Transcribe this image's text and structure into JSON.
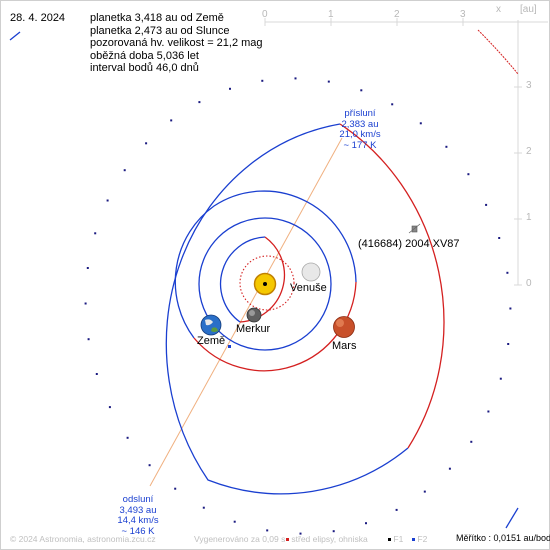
{
  "header": {
    "date": "28. 4. 2024",
    "lines": [
      "planetka 3,418 au od Země",
      "planetka 2,473 au od Slunce",
      "pozorovaná hv. velikost = 21,2 mag",
      "oběžná doba 5,036 let",
      "interval bodů 46,0 dnů"
    ]
  },
  "axes": {
    "x_ticks": [
      "0",
      "1",
      "2",
      "3"
    ],
    "y_ticks": [
      "3",
      "2",
      "1",
      "0"
    ],
    "x_label": "x",
    "unit": "[au]"
  },
  "bodies": {
    "earth": "Země",
    "mercury": "Merkur",
    "venus": "Venuše",
    "mars": "Mars",
    "asteroid": "(416684) 2004 XV87"
  },
  "perihelion": {
    "title": "přísluní",
    "distance": "2,383 au",
    "speed": "21,0 km/s",
    "temp": "~ 177 K"
  },
  "aphelion": {
    "title": "odsluní",
    "distance": "3,493 au",
    "speed": "14,4 km/s",
    "temp": "~ 146 K"
  },
  "footer": {
    "copyright": "© 2024 Astronomia, astronomia.zcu.cz",
    "generated": "Vygenerováno za 0,09 s",
    "legend_center": "střed elipsy, ohniska",
    "legend_f1": "F1",
    "legend_f2": "F2",
    "scale": "Měřítko : 0,0151 au/bod"
  },
  "colors": {
    "orbit_blue": "#1a3fd0",
    "orbit_red": "#d42020",
    "apsis_line": "#f0b080",
    "sun": "#f5c800",
    "earth": "#2a6fc8",
    "mars": "#c8502a"
  }
}
